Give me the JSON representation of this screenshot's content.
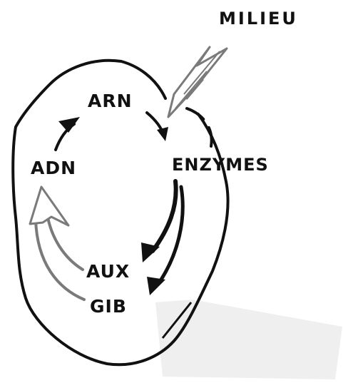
{
  "labels": {
    "milieu": "MILIEU",
    "arn": "ARN",
    "enzymes": "ENZYMES",
    "adn": "ADN",
    "aux": "AUX",
    "gib": "GIB"
  },
  "colors": {
    "ink": "#111111",
    "gray_arrow": "#7a7a7a",
    "shadow": "#efefef",
    "background": "#ffffff"
  }
}
